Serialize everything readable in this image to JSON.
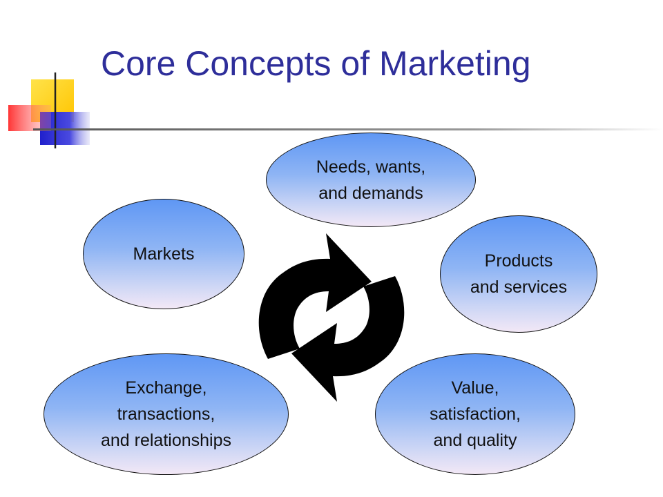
{
  "slide": {
    "title": "Core Concepts of Marketing"
  },
  "concepts": [
    {
      "label": "Needs, wants,\nand demands"
    },
    {
      "label": "Markets"
    },
    {
      "label": "Products\nand services"
    },
    {
      "label": "Exchange,\ntransactions,\nand relationships"
    },
    {
      "label": "Value,\nsatisfaction,\nand quality"
    }
  ],
  "center_icon": "cycle-arrows-icon",
  "colors": {
    "title": "#2e2e9a",
    "ellipse_top": "#5f97f4",
    "ellipse_bottom": "#f3e8f6",
    "deco_yellow": "#ffd200",
    "deco_red": "#ff3030",
    "deco_blue": "#2a2ad0"
  }
}
